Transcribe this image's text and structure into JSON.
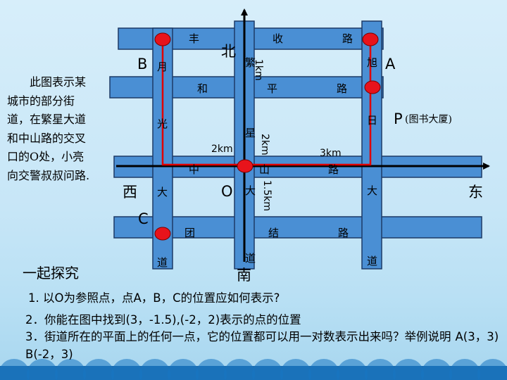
{
  "streets": {
    "fengshou": [
      "丰",
      "收",
      "路"
    ],
    "heping": [
      "和",
      "平",
      "路"
    ],
    "zhongshan": [
      "中",
      "山",
      "路"
    ],
    "tuanjie": [
      "团",
      "结",
      "路"
    ],
    "yueguang": [
      "月",
      "光",
      "大",
      "道"
    ],
    "fanxing": [
      "繁",
      "星",
      "大",
      "道"
    ],
    "xuri": [
      "旭",
      "日",
      "大",
      "道"
    ]
  },
  "directions": {
    "north": "北",
    "south": "南",
    "west": "西",
    "east": "东"
  },
  "points": {
    "O": "O",
    "A": "A",
    "B": "B",
    "C": "C",
    "P": "P",
    "P_note": "(图书大厦)"
  },
  "distances": {
    "d1": "1km",
    "d2v": "2km",
    "d15": "1.5km",
    "d2h": "2km",
    "d3": "3km"
  },
  "intro_text": "此图表示某城市的部分街道，在繁星大道和中山路的交叉口的O处，小亮向交警叔叔问路.",
  "explore_title": "一起探究",
  "questions": {
    "q1": "1. 以O为参照点，点A，B，C的位置应如何表示?",
    "q2": "2．你能在图中找到(3，-1.5),(-2，2)表示的点的位置",
    "q3": "3．街道所在的平面上的任何一点，它的位置都可以用一对数表示出来吗？举例说明",
    "q3_answer": "A(3，3)  B(-2，3)"
  },
  "colors": {
    "street_fill": "#4a8fd4",
    "street_border": "#1c3a66",
    "route": "#e00000",
    "marker": "#e8131b",
    "axis": "#000000",
    "bubble": "#1876c2"
  }
}
